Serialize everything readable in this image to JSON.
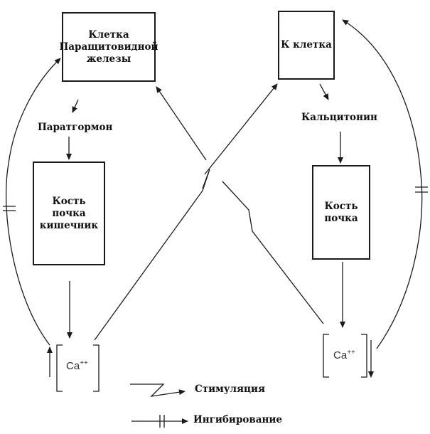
{
  "nodes": {
    "parathyroid": "Клетка\nПаращитовидной\nжелезы",
    "k_cell": "К  клетка",
    "bone_kidney_intestine": "Кость\nпочка\nкишечник",
    "bone_kidney": "Кость\nпочка",
    "ca_left": {
      "base": "Ca",
      "sup": "++"
    },
    "ca_right": {
      "base": "Ca",
      "sup": "++"
    }
  },
  "labels": {
    "parathormone": "Паратгормон",
    "calcitonin": "Кальцитонин"
  },
  "legend": {
    "stimulation": "Стимуляция",
    "inhibition": "Ингибирование"
  },
  "colors": {
    "stroke": "#1a1a1a"
  }
}
